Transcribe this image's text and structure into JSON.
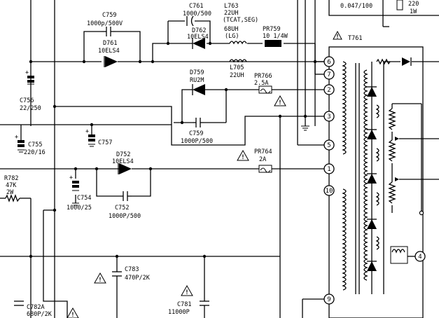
{
  "title": "",
  "transformer": {
    "ref": "T761"
  },
  "top_right": {
    "cap_value": "0.047/100",
    "res_value_1": "220",
    "res_value_2": "1W"
  },
  "components": {
    "c759_ref": "C759",
    "c759_val": "1000p/500V",
    "d761_ref": "D761",
    "d761_val": "10ELS4",
    "c761_ref": "C761",
    "c761_val": "1000/500",
    "d762_ref": "D762",
    "d762_val": "10ELS4",
    "l763_ref": "L763",
    "l763_val": "22UH",
    "l763_note": "(TCAT,SEG)",
    "l763_alt_val": "68UH",
    "l763_alt_note": "(LG)",
    "pr759_ref": "PR759",
    "pr759_val": "10 1/4W",
    "l705_ref": "L705",
    "l705_val": "22UH",
    "d759_ref": "D759",
    "d759_val": "RU2M",
    "pr766_ref": "PR766",
    "pr766_val": "2.5A",
    "c756_ref": "C756",
    "c756_val": "22/250",
    "c755_ref": "C755",
    "c755_val": "220/16",
    "c757_ref": "C757",
    "c759b_ref": "C759",
    "c759b_val": "1000P/500",
    "pr764_ref": "PR764",
    "pr764_val": "2A",
    "d752_ref": "D752",
    "d752_val": "10ELS4",
    "r782_ref": "R782",
    "r782_val1": "47K",
    "r782_val2": "2W",
    "c754_ref": "C754",
    "c754_val": "1000/25",
    "c752_ref": "C752",
    "c752_val": "1000P/500",
    "c783_ref": "C783",
    "c783_val": "470P/2K",
    "c782a_ref": "C782A",
    "c782a_val": "680P/2K",
    "c781_ref": "C781",
    "c781_val": "11000P"
  },
  "pins": [
    "6",
    "7",
    "2",
    "3",
    "5",
    "1",
    "10",
    "9",
    "4"
  ],
  "warning_symbol": "!"
}
